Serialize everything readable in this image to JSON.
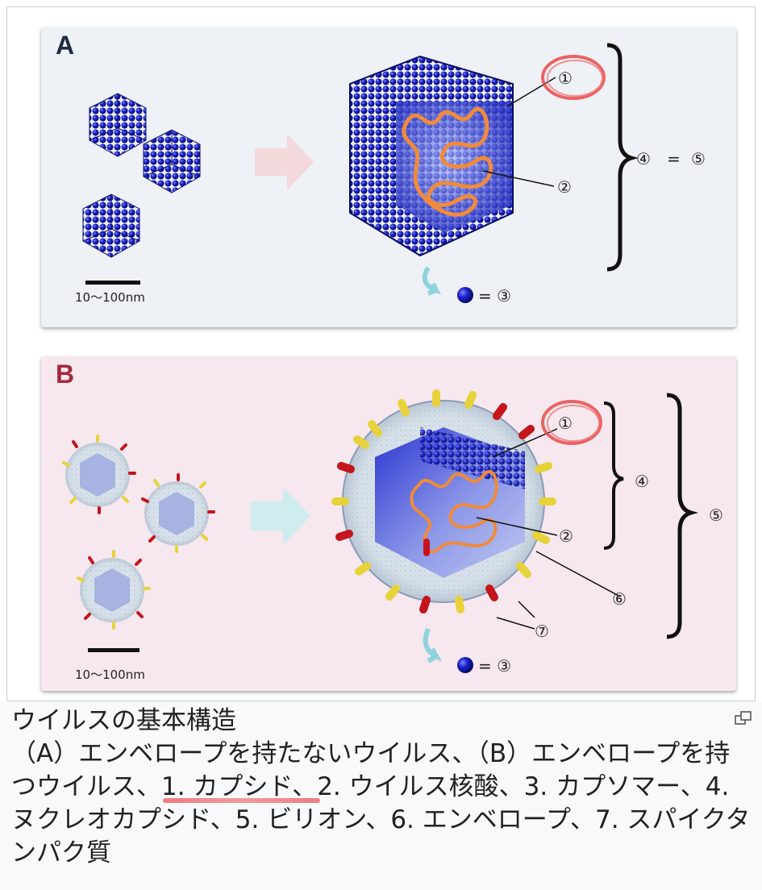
{
  "panel_a": {
    "letter": "A",
    "scale_label": "10～100nm",
    "labels": {
      "n1": "①",
      "n2": "②",
      "n4": "④",
      "eq": "=",
      "n5": "⑤",
      "capsomer_eq": "= ③"
    }
  },
  "panel_b": {
    "letter": "B",
    "scale_label": "10～100nm",
    "labels": {
      "n1": "①",
      "n2": "②",
      "n4": "④",
      "n5": "⑤",
      "n6": "⑥",
      "n7": "⑦",
      "capsomer_eq": "= ③"
    }
  },
  "caption": {
    "title": "ウイルスの基本構造",
    "body_pre": "（A）エンベロープを持たないウイルス、（B）エンベロープを持つウイルス、",
    "body_highlight": "1. カプシド、",
    "body_post": "2. ウイルス核酸、3. カプソマー、4. ヌクレオカプシド、5. ビリオン、6. エンベロープ、7. スパイクタンパク質"
  },
  "colors": {
    "capsid_blue": "#1a1fb5",
    "nucleic_acid": "#f08a3c",
    "spike_yellow": "#e8d23a",
    "spike_red": "#c4151c",
    "annotation_red": "#e84a4a"
  },
  "icons": {
    "enlarge": "enlarge-icon"
  }
}
